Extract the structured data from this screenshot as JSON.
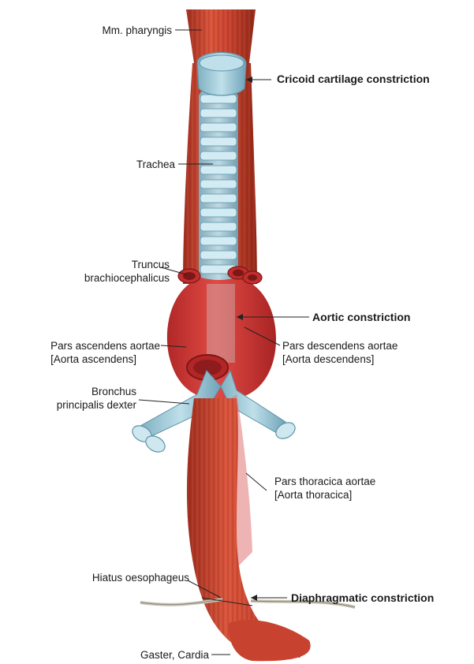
{
  "labels": {
    "mm_pharyngis": "Mm. pharyngis",
    "cricoid_constriction": "Cricoid cartilage constriction",
    "trachea": "Trachea",
    "truncus_line1": "Truncus",
    "truncus_line2": "brachiocephalicus",
    "aortic_constriction": "Aortic constriction",
    "pars_ascendens_line1": "Pars ascendens aortae",
    "pars_ascendens_line2": "[Aorta ascendens]",
    "pars_descendens_line1": "Pars descendens aortae",
    "pars_descendens_line2": "[Aorta descendens]",
    "bronchus_line1": "Bronchus",
    "bronchus_line2": "principalis dexter",
    "pars_thoracica_line1": "Pars thoracica aortae",
    "pars_thoracica_line2": "[Aorta thoracica]",
    "hiatus": "Hiatus oesophageus",
    "diaphragmatic_constriction": "Diaphragmatic constriction",
    "gaster_cardia": "Gaster, Cardia"
  },
  "colors": {
    "muscle": "#c8432f",
    "muscle_dark": "#9e2c1e",
    "muscle_light": "#e2735b",
    "aorta": "#d93a3a",
    "aorta_dark": "#a82626",
    "cartilage": "#9fc9d8",
    "cartilage_dark": "#6fa3b8",
    "leader_line": "#222222"
  }
}
